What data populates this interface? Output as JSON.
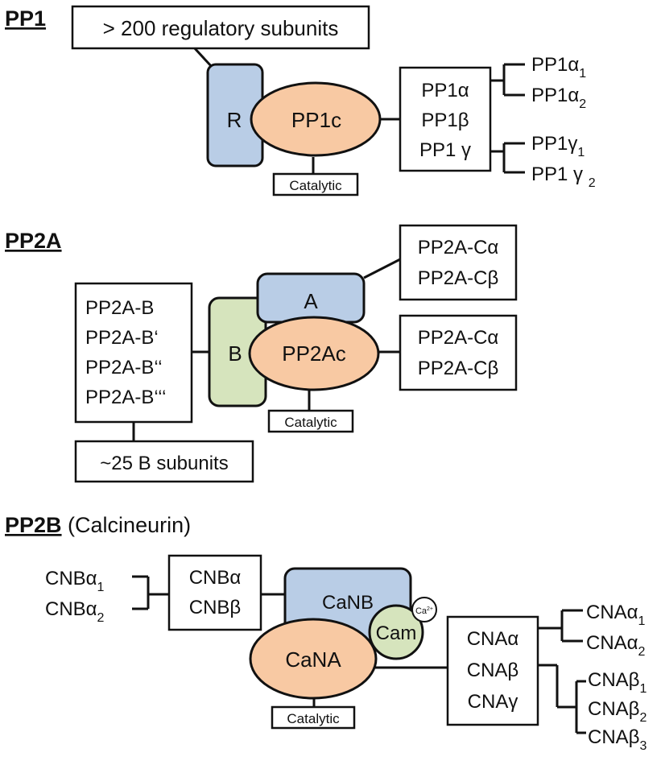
{
  "colors": {
    "regulatory": "#b9cde6",
    "catalytic": "#f8c9a3",
    "b_subunit": "#d6e4bd",
    "calmodulin": "#d6e4bd",
    "ink": "#111111"
  },
  "pp1": {
    "heading": "PP1",
    "regulatory_box": "> 200 regulatory subunits",
    "r_label": "R",
    "core_label": "PP1c",
    "catalytic_tag": "Catalytic",
    "isoforms": [
      "PP1α",
      "PP1β",
      "PP1 γ"
    ],
    "alpha_splice": {
      "base": "PP1α",
      "variants": [
        "1",
        "2"
      ]
    },
    "gamma_splice": [
      {
        "base": "PP1γ",
        "sub": "1"
      },
      {
        "base": "PP1 γ ",
        "sub": "2"
      }
    ]
  },
  "pp2a": {
    "heading": "PP2A",
    "b_families": [
      "PP2A-B",
      "PP2A-B‘",
      "PP2A-B‘‘",
      "PP2A-B‘‘‘"
    ],
    "b_count_box": "~25 B subunits",
    "b_label": "B",
    "a_label": "A",
    "core_label": "PP2Ac",
    "catalytic_tag": "Catalytic",
    "a_isoforms": [
      "PP2A-Cα",
      "PP2A-Cβ"
    ],
    "c_isoforms": [
      "PP2A-Cα",
      "PP2A-Cβ"
    ]
  },
  "pp2b": {
    "heading": "PP2B",
    "heading_note": " (Calcineurin)",
    "cnb_splice": {
      "base": "CNBα",
      "variants": [
        "1",
        "2"
      ]
    },
    "cnb_isoforms": [
      "CNBα",
      "CNBβ"
    ],
    "canb_label": "CaNB",
    "cam_label": "Cam",
    "ca_label": "Ca",
    "ca_charge": "2+",
    "cana_label": "CaNA",
    "catalytic_tag": "Catalytic",
    "cna_isoforms": [
      "CNAα",
      "CNAβ",
      "CNAγ"
    ],
    "cna_alpha_splice": {
      "base": "CNAα",
      "variants": [
        "1",
        "2"
      ]
    },
    "cna_beta_splice": {
      "base": "CNAβ",
      "variants": [
        "1",
        "2",
        "3"
      ]
    }
  }
}
